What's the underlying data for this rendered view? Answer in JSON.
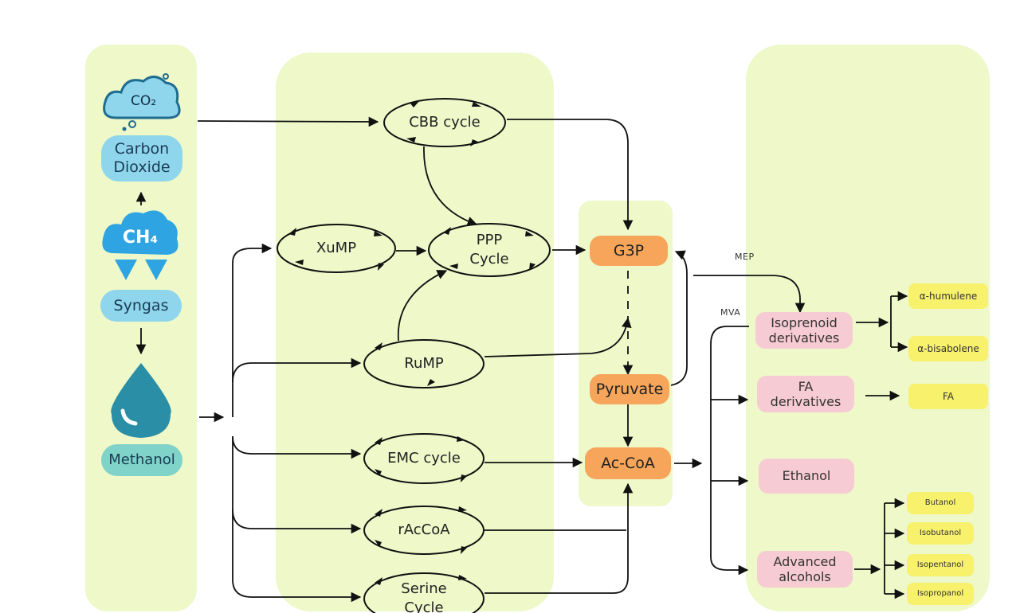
{
  "sources": {
    "co2_icon": "CO₂",
    "carbon_dioxide": "Carbon\nDioxide",
    "ch4_icon": "CH₄",
    "syngas": "Syngas",
    "methanol": "Methanol"
  },
  "cycles": {
    "cbb": "CBB cycle",
    "xump": "XuMP",
    "ppp": "PPP\nCycle",
    "rump": "RuMP",
    "emc": "EMC cycle",
    "racoa": "rAcCoA",
    "serine": "Serine\nCycle"
  },
  "central": {
    "g3p": "G3P",
    "pyruvate": "Pyruvate",
    "accoa": "Ac-CoA"
  },
  "pathway_labels": {
    "mep": "MEP",
    "mva": "MVA"
  },
  "derivatives": {
    "isoprenoid": "Isoprenoid\nderivatives",
    "fa": "FA\nderivatives",
    "ethanol": "Ethanol",
    "advanced_alcohols": "Advanced\nalcohols"
  },
  "products": {
    "humulene": "α-humulene",
    "bisabolene": "α-bisabolene",
    "fa": "FA",
    "butanol": "Butanol",
    "isobutanol": "Isobutanol",
    "isopentanol": "Isopentanol",
    "isopropanol": "Isopropanol"
  },
  "colors": {
    "panel": "#eef8c9",
    "source": "#8fd6ec",
    "central": "#f6a55a",
    "derivative": "#f6cbd3",
    "product": "#f7f16c",
    "methanol": "#7fd3c8"
  }
}
